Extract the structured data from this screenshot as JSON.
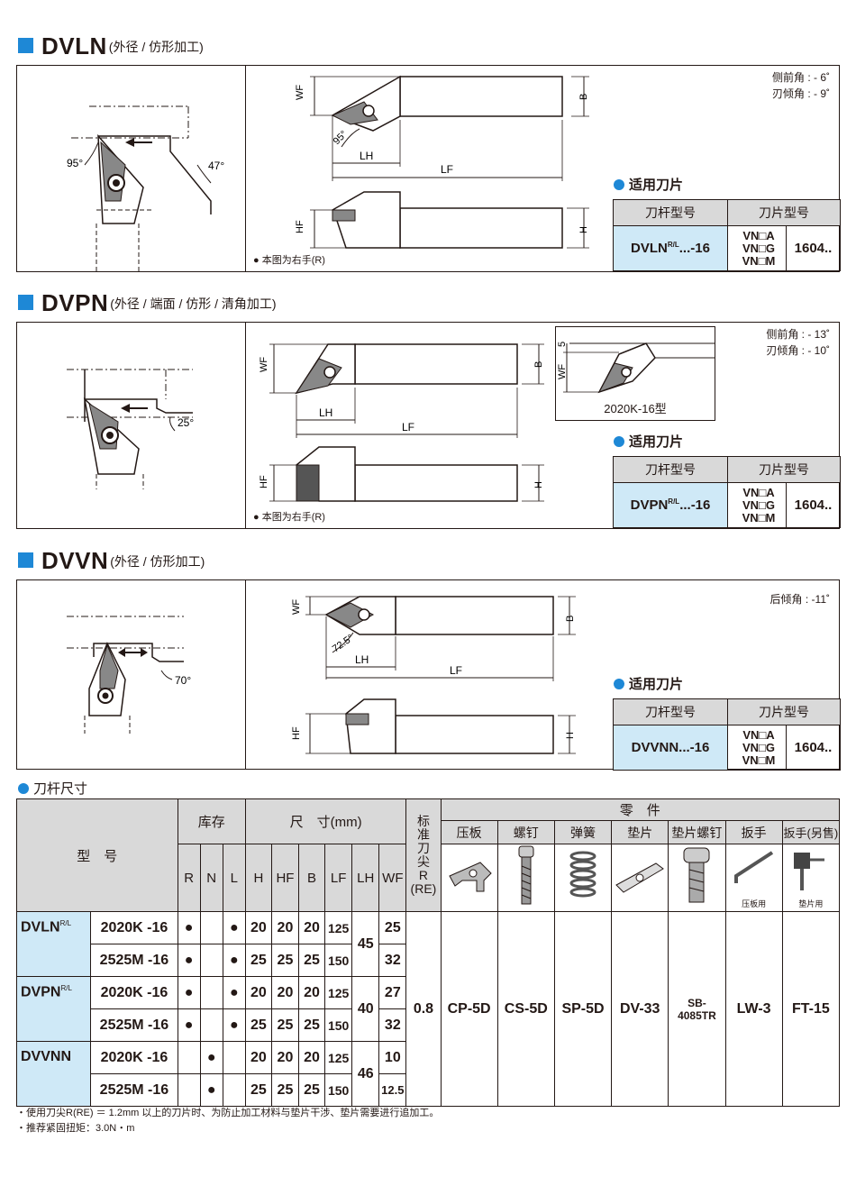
{
  "sections": [
    {
      "title": "DVLN",
      "subtitle": "(外径 / 仿形加工)",
      "angles": [
        "侧前角 : - 6˚",
        "刃倾角 : - 9˚"
      ],
      "insert_title": "适用刀片",
      "holder_col": "刀杆型号",
      "insert_col": "刀片型号",
      "holder_name": "DVLN",
      "holder_sup": "R/L",
      "holder_suffix": "...-16",
      "vn": [
        "VN□A",
        "VN□G",
        "VN□M"
      ],
      "insert_size": "1604..",
      "right_hand_note": "本图为右手(R)",
      "diagram_labels": {
        "a1": "95°",
        "a2": "47°",
        "a3": "95°",
        "wf": "WF",
        "lh": "LH",
        "lf": "LF",
        "b": "B",
        "hf": "HF",
        "h": "H"
      }
    },
    {
      "title": "DVPN",
      "subtitle": "(外径 / 端面 / 仿形 / 清角加工)",
      "angles": [
        "侧前角 : - 13˚",
        "刃倾角 : - 10˚"
      ],
      "insert_title": "适用刀片",
      "holder_col": "刀杆型号",
      "insert_col": "刀片型号",
      "holder_name": "DVPN",
      "holder_sup": "R/L",
      "holder_suffix": "...-16",
      "vn": [
        "VN□A",
        "VN□G",
        "VN□M"
      ],
      "insert_size": "1604..",
      "right_hand_note": "本图为右手(R)",
      "inset_label": "2020K-16型",
      "inset_dims": {
        "d5": "5",
        "wf": "WF"
      },
      "diagram_labels": {
        "a1": "25°",
        "wf": "WF",
        "lh": "LH",
        "lf": "LF",
        "b": "B",
        "hf": "HF",
        "h": "H"
      }
    },
    {
      "title": "DVVN",
      "subtitle": "(外径 / 仿形加工)",
      "angles": [
        "后倾角 : -11˚"
      ],
      "insert_title": "适用刀片",
      "holder_col": "刀杆型号",
      "insert_col": "刀片型号",
      "holder_name": "DVVNN",
      "holder_sup": "",
      "holder_suffix": "...-16",
      "vn": [
        "VN□A",
        "VN□G",
        "VN□M"
      ],
      "insert_size": "1604..",
      "diagram_labels": {
        "a1": "70°",
        "a2": "72.5°",
        "wf": "WF",
        "lh": "LH",
        "lf": "LF",
        "b": "B",
        "hf": "HF",
        "h": "H"
      }
    }
  ],
  "table": {
    "title": "刀杆尺寸",
    "model_header": "型　号",
    "stock_header": "库存",
    "dim_header": "尺　寸(mm)",
    "std_header": [
      "标",
      "准",
      "刀",
      "尖",
      "R",
      "(RE)"
    ],
    "parts_header": "零　件",
    "stock_cols": [
      "R",
      "N",
      "L"
    ],
    "dim_cols": [
      "H",
      "HF",
      "B",
      "LF",
      "LH",
      "WF"
    ],
    "parts": [
      {
        "name": "压板",
        "value": "CP-5D"
      },
      {
        "name": "螺钉",
        "value": "CS-5D"
      },
      {
        "name": "弹簧",
        "value": "SP-5D"
      },
      {
        "name": "垫片",
        "value": "DV-33"
      },
      {
        "name": "垫片螺钉",
        "value": "SB-4085TR"
      },
      {
        "name": "扳手",
        "value": "LW-3",
        "note": "压板用"
      },
      {
        "name": "扳手(另售)",
        "value": "FT-15",
        "note": "垫片用"
      }
    ],
    "std_r": "0.8",
    "groups": [
      {
        "name": "DVLN",
        "sup": "R/L",
        "lh": "45",
        "rows": [
          {
            "size": "2020K -16",
            "stock": [
              "●",
              "",
              "●"
            ],
            "H": "20",
            "HF": "20",
            "B": "20",
            "LF": "125",
            "WF": "25"
          },
          {
            "size": "2525M -16",
            "stock": [
              "●",
              "",
              "●"
            ],
            "H": "25",
            "HF": "25",
            "B": "25",
            "LF": "150",
            "WF": "32"
          }
        ]
      },
      {
        "name": "DVPN",
        "sup": "R/L",
        "lh": "40",
        "rows": [
          {
            "size": "2020K -16",
            "stock": [
              "●",
              "",
              "●"
            ],
            "H": "20",
            "HF": "20",
            "B": "20",
            "LF": "125",
            "WF": "27"
          },
          {
            "size": "2525M -16",
            "stock": [
              "●",
              "",
              "●"
            ],
            "H": "25",
            "HF": "25",
            "B": "25",
            "LF": "150",
            "WF": "32"
          }
        ]
      },
      {
        "name": "DVVNN",
        "sup": "",
        "lh": "46",
        "rows": [
          {
            "size": "2020K -16",
            "stock": [
              "",
              "●",
              ""
            ],
            "H": "20",
            "HF": "20",
            "B": "20",
            "LF": "125",
            "WF": "10"
          },
          {
            "size": "2525M -16",
            "stock": [
              "",
              "●",
              ""
            ],
            "H": "25",
            "HF": "25",
            "B": "25",
            "LF": "150",
            "WF": "12.5"
          }
        ]
      }
    ]
  },
  "footnotes": [
    "・使用刀尖R(RE) ＝ 1.2mm 以上的刀片时、为防止加工材料与垫片干涉、垫片需要进行追加工。",
    "・推荐紧固扭矩：3.0N・m"
  ]
}
